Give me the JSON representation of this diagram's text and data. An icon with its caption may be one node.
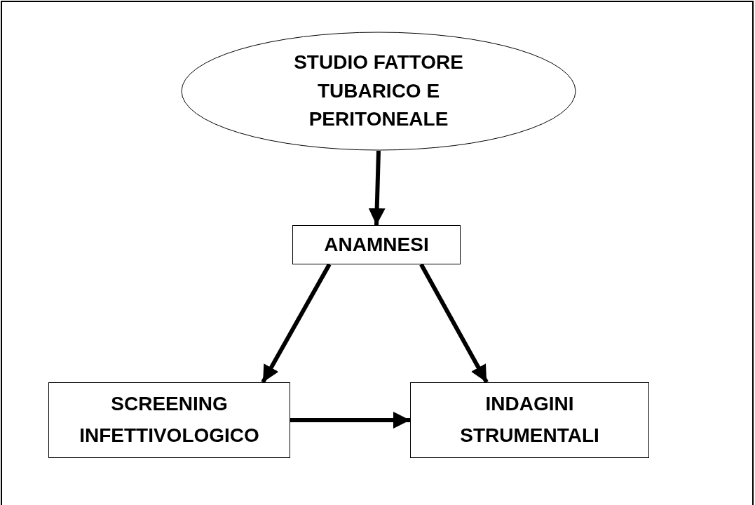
{
  "diagram": {
    "nodes": [
      {
        "text": [
          "STUDIO FATTORE TUBARICO E PERITONEALE"
        ]
      },
      {
        "text": [
          "ANAMNESI"
        ]
      },
      {
        "text": [
          "SCREENING INFETTIVOLOGICO"
        ]
      },
      {
        "text": [
          "INDAGINI STRUMENTALI"
        ]
      }
    ],
    "edges": [
      {
        "from": 0,
        "to": 1,
        "arrow": "to"
      },
      {
        "from": 1,
        "to": 2,
        "arrow": "to"
      },
      {
        "from": 1,
        "to": 3,
        "arrow": "to"
      },
      {
        "from": 2,
        "to": 3,
        "arrow": "to"
      }
    ]
  }
}
